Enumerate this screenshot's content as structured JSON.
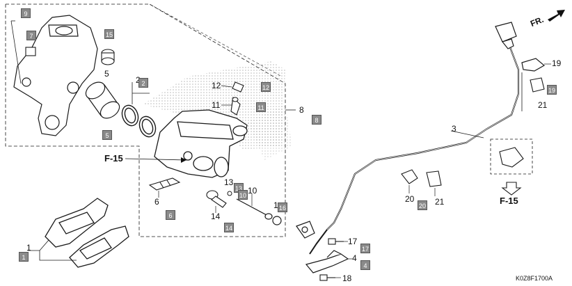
{
  "direction_label": "FR.",
  "diagram_code": "K0Z8F1700A",
  "callouts": {
    "n1": "1",
    "n2": "2",
    "n3": "3",
    "n4": "4",
    "n5": "5",
    "n6": "6",
    "n8": "8",
    "n10": "10",
    "n11": "11",
    "n12": "12",
    "n13": "13",
    "n14": "14",
    "n16": "1",
    "n17": "17",
    "n18": "18",
    "n19": "19",
    "n20": "20",
    "n21a": "21",
    "n21b": "21"
  },
  "boxed_refs": {
    "b9": "9",
    "b7": "7",
    "b15": "15",
    "b2": "2",
    "b5": "5",
    "b12": "12",
    "b11": "11",
    "b8": "8",
    "b13": "13",
    "b10": "10",
    "b16": "16",
    "b6": "6",
    "b14": "14",
    "b1": "1",
    "b19": "19",
    "b20": "20",
    "b17": "17",
    "b4": "4"
  },
  "page_refs": {
    "left": "F-15",
    "right": "F-15"
  },
  "colors": {
    "line": "#1a1a1a",
    "box_fill": "#8a8a8a",
    "shade": "#c9c9c9",
    "arrow_fill": "#111111"
  },
  "icons": [
    "front-direction-arrow",
    "down-arrow"
  ]
}
